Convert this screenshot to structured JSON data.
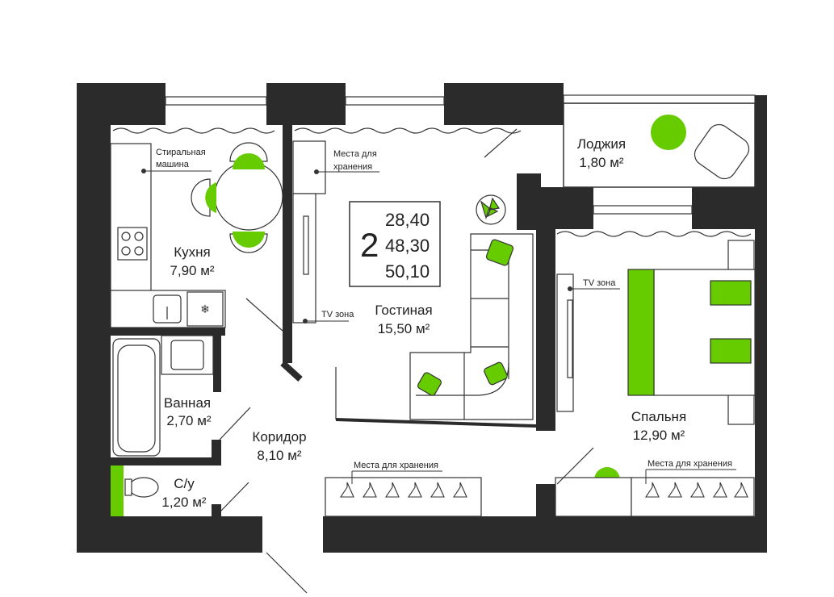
{
  "colors": {
    "wall": "#2b2b2b",
    "accent": "#66cc00",
    "line": "#333333"
  },
  "summary": {
    "rooms": "2",
    "area_living": "28,40",
    "area_total": "48,30",
    "area_with_loggia": "50,10"
  },
  "rooms": {
    "kitchen": {
      "name": "Кухня",
      "area": "7,90 м²"
    },
    "living": {
      "name": "Гостиная",
      "area": "15,50 м²"
    },
    "loggia": {
      "name": "Лоджия",
      "area": "1,80 м²"
    },
    "bedroom": {
      "name": "Спальня",
      "area": "12,90 м²"
    },
    "bathroom": {
      "name": "Ванная",
      "area": "2,70 м²"
    },
    "corridor": {
      "name": "Коридор",
      "area": "8,10 м²"
    },
    "toilet": {
      "name": "С/у",
      "area": "1,20 м²"
    }
  },
  "annotations": {
    "washer_line1": "Стиральная",
    "washer_line2": "машина",
    "storage_line1": "Места для",
    "storage_line2": "хранения",
    "tv_living": "TV зона",
    "tv_bedroom": "TV зона",
    "storage_corridor": "Места для хранения",
    "storage_bedroom": "Места для хранения"
  }
}
